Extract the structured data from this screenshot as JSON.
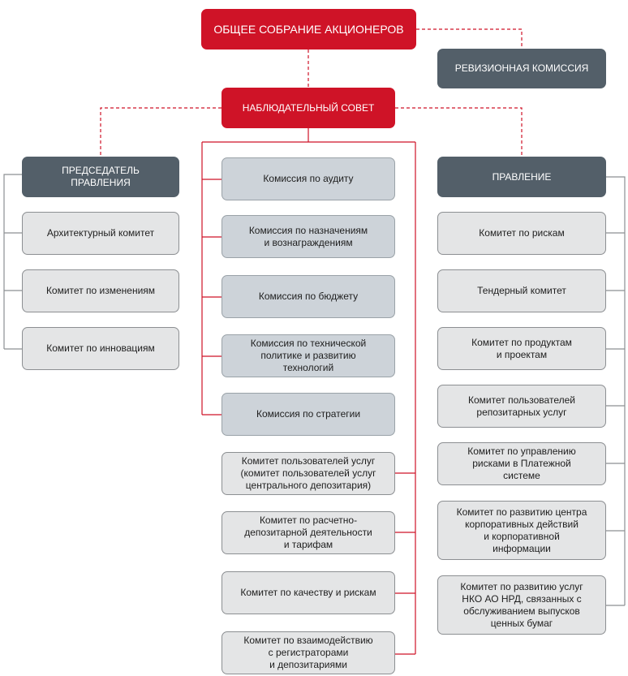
{
  "colors": {
    "red": "#cf1327",
    "dark": "#535f69",
    "commission_fill": "#cdd3d9",
    "committee_fill": "#e4e5e6",
    "line_grey": "#8c8f92"
  },
  "top": {
    "general_meeting": "ОБЩЕЕ СОБРАНИЕ АКЦИОНЕРОВ",
    "audit_commission": "РЕВИЗИОННАЯ  КОМИССИЯ",
    "supervisory_board": "НАБЛЮДАТЕЛЬНЫЙ  СОВЕТ"
  },
  "left": {
    "head": "ПРЕДСЕДАТЕЛЬ\nПРАВЛЕНИЯ",
    "items": [
      "Архитектурный  комитет",
      "Комитет  по изменениям",
      "Комитет  по инновациям"
    ]
  },
  "center": {
    "commissions": [
      "Комиссия  по аудиту",
      "Комиссия  по назначениям\nи вознаграждениям",
      "Комиссия  по бюджету",
      "Комиссия  по технической\nполитике  и развитию\nтехнологий",
      "Комиссия  по стратегии"
    ],
    "committees": [
      "Комитет  пользователей услуг\n(комитет пользователей  услуг\nцентрального  депозитария)",
      "Комитет  по расчетно-\nдепозитарной  деятельности\nи тарифам",
      "Комитет  по качеству  и рискам",
      "Комитет  по взаимодействию\nс регистраторами\nи депозитариями"
    ]
  },
  "right": {
    "head": "ПРАВЛЕНИЕ",
    "items": [
      "Комитет  по рискам",
      "Тендерный  комитет",
      "Комитет  по продуктам\nи проектам",
      "Комитет  пользователей\nрепозитарных  услуг",
      "Комитет  по управлению\nрисками  в Платежной\nсистеме",
      "Комитет  по развитию центра\nкорпоративных  действий\nи корпоративной\nинформации",
      "Комитет  по развитию услуг\nНКО  АО НРД,  связанных с\nобслуживанием  выпусков\nценных  бумаг"
    ]
  }
}
